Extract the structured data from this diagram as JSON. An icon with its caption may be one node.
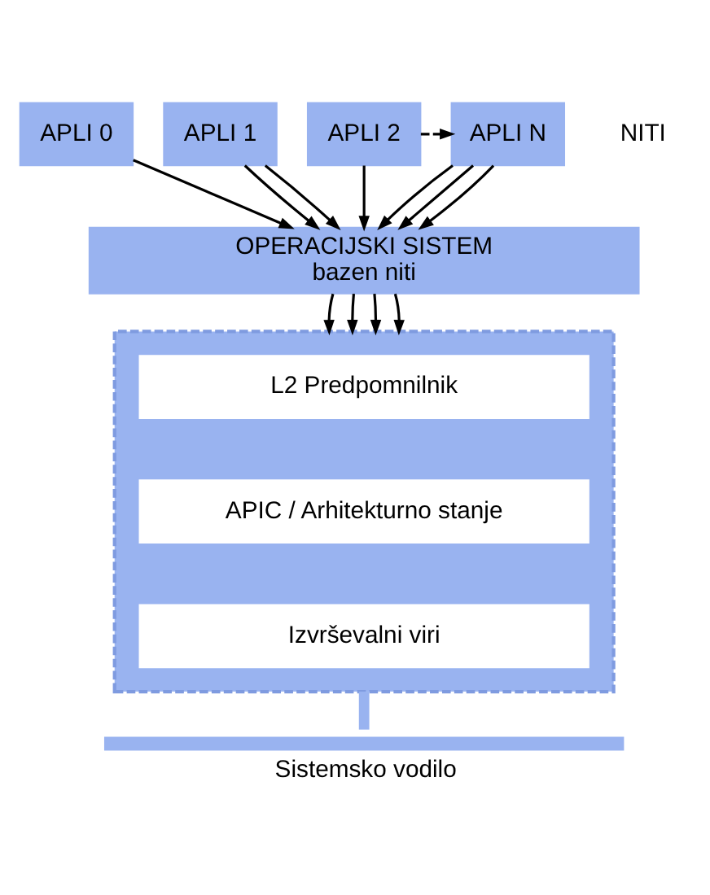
{
  "diagram": {
    "nodes": [
      {
        "text": [
          "APLI 0"
        ]
      },
      {
        "text": [
          "APLI 1"
        ]
      },
      {
        "text": [
          "APLI 2"
        ]
      },
      {
        "text": [
          "APLI N"
        ]
      },
      {
        "text": [
          "OPERACIJSKI SISTEM",
          "bazen niti"
        ]
      },
      {
        "text": [],
        "shape": "box"
      },
      {
        "text": [
          "L2 Predpomnilnik"
        ],
        "in": 5
      },
      {
        "text": [
          "APIC / Arhitekturno stanje"
        ],
        "in": 5
      },
      {
        "text": [
          "Izvrševalni viri"
        ],
        "in": 5
      },
      {
        "text": [],
        "shape": "bar",
        "beside": [
          "Sistemsko vodilo"
        ]
      }
    ],
    "edges": [
      {
        "from": 0,
        "to": 4,
        "arrow": "to"
      },
      {
        "from": 1,
        "to": 4,
        "arrow": "to"
      },
      {
        "from": 1,
        "to": 4,
        "arrow": "to"
      },
      {
        "from": 2,
        "to": 4,
        "arrow": "to"
      },
      {
        "from": 2,
        "to": 3,
        "arrow": "to",
        "style": "dashed"
      },
      {
        "from": 3,
        "to": 4,
        "arrow": "to"
      },
      {
        "from": 3,
        "to": 4,
        "arrow": "to"
      },
      {
        "from": 3,
        "to": 4,
        "arrow": "to"
      },
      {
        "from": 4,
        "to": 5,
        "arrow": "to"
      },
      {
        "from": 4,
        "to": 5,
        "arrow": "to"
      },
      {
        "from": 4,
        "to": 5,
        "arrow": "to"
      },
      {
        "from": 4,
        "to": 5,
        "arrow": "to"
      },
      {
        "from": 5,
        "to": 9,
        "arrow": "none",
        "style": "thick",
        "color": "#99b3f0"
      }
    ],
    "labels": [
      "NITI"
    ]
  }
}
